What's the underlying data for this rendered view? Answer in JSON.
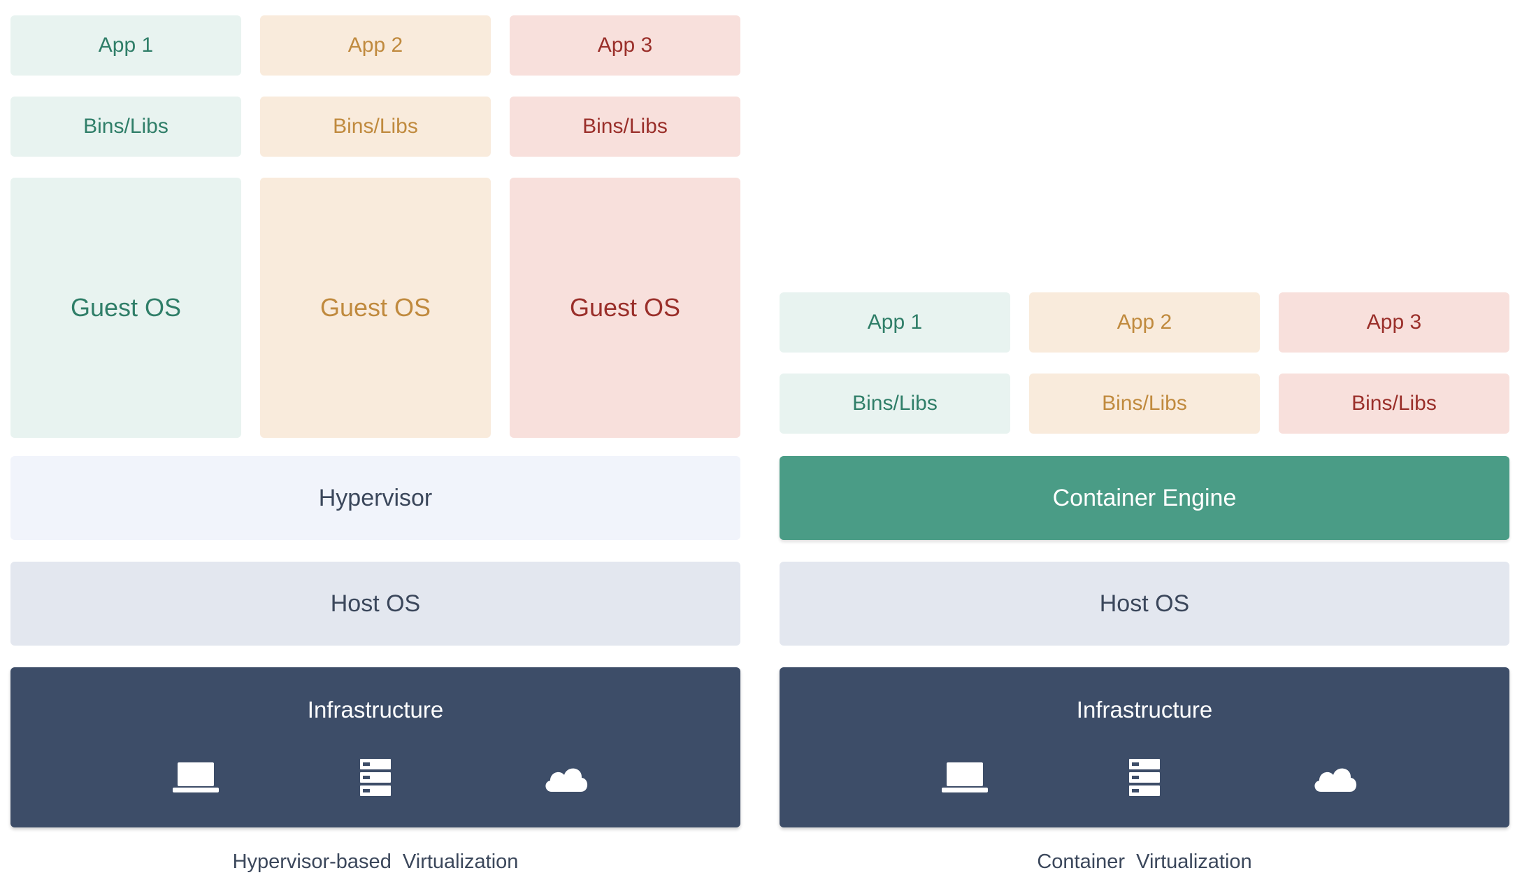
{
  "left": {
    "apps": [
      {
        "app": "App 1",
        "libs": "Bins/Libs",
        "os": "Guest OS"
      },
      {
        "app": "App 2",
        "libs": "Bins/Libs",
        "os": "Guest OS"
      },
      {
        "app": "App 3",
        "libs": "Bins/Libs",
        "os": "Guest OS"
      }
    ],
    "hypervisor": "Hypervisor",
    "host_os": "Host OS",
    "infrastructure": "Infrastructure",
    "caption": "Hypervisor-based  Virtualization"
  },
  "right": {
    "apps": [
      {
        "app": "App 1",
        "libs": "Bins/Libs"
      },
      {
        "app": "App 2",
        "libs": "Bins/Libs"
      },
      {
        "app": "App 3",
        "libs": "Bins/Libs"
      }
    ],
    "engine": "Container Engine",
    "host_os": "Host OS",
    "infrastructure": "Infrastructure",
    "caption": "Container  Virtualization"
  },
  "infrastructure_icons": [
    "laptop-icon",
    "server-icon",
    "cloud-icon"
  ],
  "colors": {
    "green_bg": "#e8f3f0",
    "green_text": "#2f7e68",
    "orange_bg": "#f9ebdc",
    "orange_text": "#c08a3e",
    "red_bg": "#f8e0dc",
    "red_text": "#9a2f2a",
    "engine_bg": "#4a9c86",
    "infra_bg": "#3d4d68"
  }
}
